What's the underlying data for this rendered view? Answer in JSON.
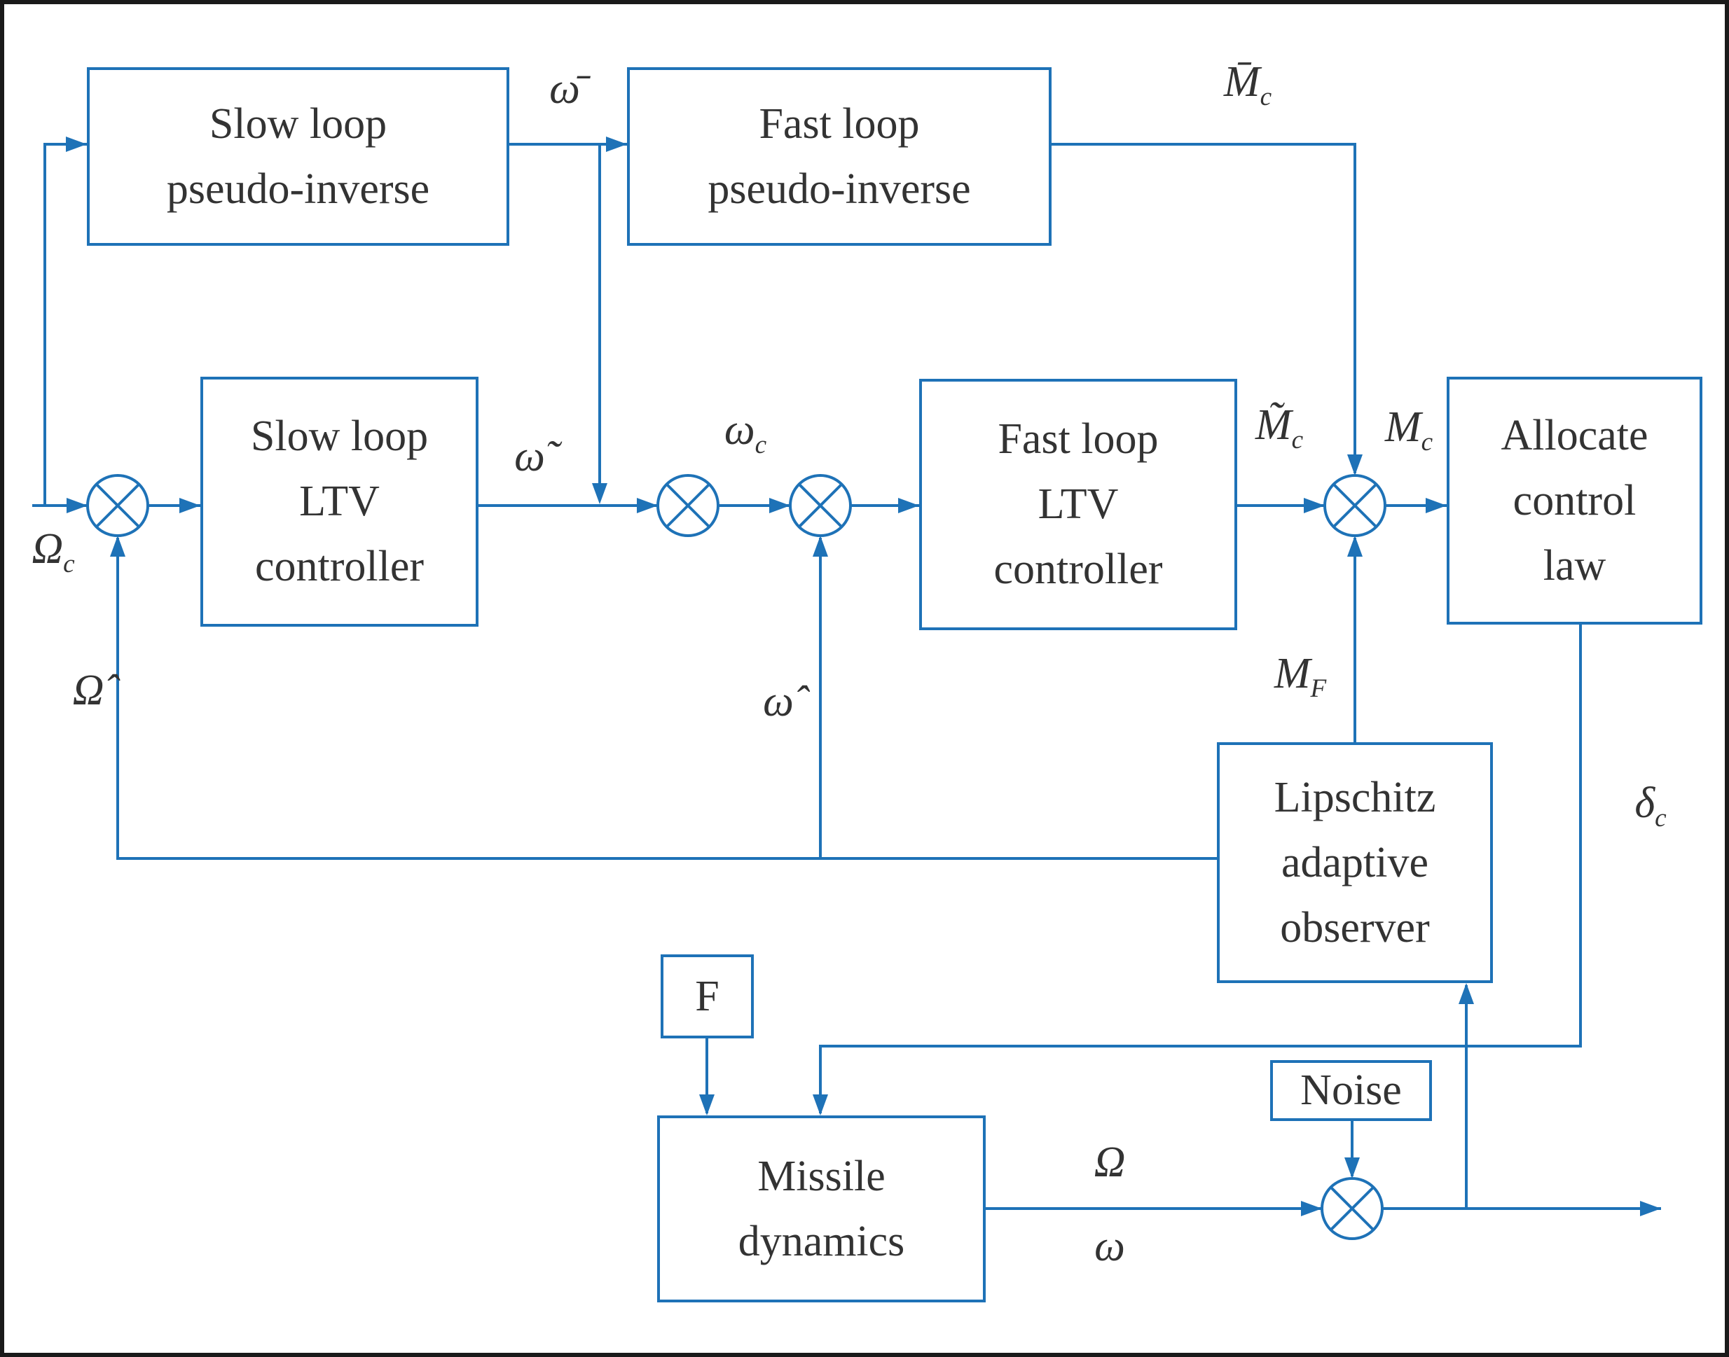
{
  "colors": {
    "accent": "#1e72b7",
    "text": "#333333",
    "border": "#1a1a1a",
    "background": "#ffffff"
  },
  "boxes": {
    "slow_pseudo": {
      "label": "Slow loop\npseudo-inverse"
    },
    "fast_pseudo": {
      "label": "Fast loop\npseudo-inverse"
    },
    "slow_ltv": {
      "label": "Slow loop\nLTV\ncontroller"
    },
    "fast_ltv": {
      "label": "Fast loop\nLTV\ncontroller"
    },
    "allocate": {
      "label": "Allocate\ncontrol\nlaw"
    },
    "lipschitz": {
      "label": "Lipschitz\nadaptive\nobserver"
    },
    "force_input": {
      "label": "F"
    },
    "missile": {
      "label": "Missile\ndynamics"
    },
    "noise": {
      "label": "Noise"
    }
  },
  "signals": {
    "omega_bar": {
      "base": "ω̄",
      "sub": ""
    },
    "Mc_bar": {
      "base": "M̄",
      "sub": "c"
    },
    "Omega_c": {
      "base": "Ω",
      "sub": "c"
    },
    "Omega_hat": {
      "base": "Ω̂",
      "sub": ""
    },
    "omega_tilde": {
      "base": "ω̃",
      "sub": ""
    },
    "omega_c": {
      "base": "ω",
      "sub": "c"
    },
    "omega_hat": {
      "base": "ω̂",
      "sub": ""
    },
    "Mc_tilde": {
      "base": "M̃",
      "sub": "c"
    },
    "Mc": {
      "base": "M",
      "sub": "c"
    },
    "MF": {
      "base": "M",
      "sub": "F"
    },
    "delta_c": {
      "base": "δ",
      "sub": "c"
    },
    "Omega": {
      "base": "Ω",
      "sub": ""
    },
    "omega": {
      "base": "ω",
      "sub": ""
    }
  }
}
